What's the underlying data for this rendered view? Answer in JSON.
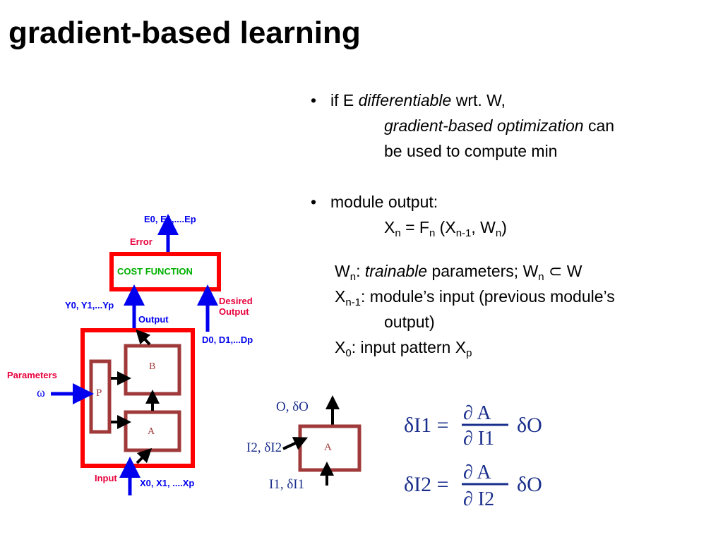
{
  "slide": {
    "title": "gradient-based learning"
  },
  "bullets": {
    "b1_pre": "if E ",
    "b1_em": "differentiable",
    "b1_post": " wrt. W,",
    "b1_l2_em": "gradient-based optimization",
    "b1_l2_post": " can",
    "b1_l3": "be used to compute min",
    "b2": "module output:",
    "eq": {
      "x": "X",
      "xsub": "n",
      "eq": " = F",
      "fsub": "n",
      "open": " (X",
      "xsub2": "n-1",
      "comma": ", W",
      "wsub": "n",
      "close": ")"
    },
    "w_line": {
      "w": "W",
      "wsub": "n",
      "colon": ": ",
      "em": "trainable",
      "post": " parameters;  W",
      "wsub2": "n",
      "subset": " ⊂ W"
    },
    "x_line": {
      "x": "X",
      "xsub": "n-1",
      "text": ": module’s input (previous module’s",
      "cont": "output)"
    },
    "x0_line": {
      "x": "X",
      "xsub": "0",
      "text": ": input pattern X",
      "psub": "p"
    }
  },
  "diagram": {
    "e_label": "E0, E1,....Ep",
    "error_label": "Error",
    "cost_label": "COST FUNCTION",
    "y_label": "Y0, Y1,...Yp",
    "desired_label_1": "Desired",
    "desired_label_2": "Output",
    "output_label": "Output",
    "d_label": "D0, D1,...Dp",
    "params_label": "Parameters",
    "omega_label": "ω",
    "p_label": "P",
    "b_label": "B",
    "a_label": "A",
    "input_label": "Input",
    "x_label": "X0, X1, ....Xp"
  },
  "module": {
    "o_label": "O, δO",
    "a_label": "A",
    "i2_label": "I2, δI2",
    "i1_label": "I1, δI1"
  },
  "formulas": {
    "f1_lhs": "δI1 =",
    "f1_num": "∂ A",
    "f1_den": "∂ I1",
    "f1_rhs": "δO",
    "f2_lhs": "δI2 =",
    "f2_num": "∂ A",
    "f2_den": "∂ I2",
    "f2_rhs": "δO"
  },
  "colors": {
    "red": "#ff0000",
    "brown": "#a03a3a",
    "blue": "#0000ee",
    "cost_text": "#00b000",
    "formula_blue": "#1a2f8c",
    "label_red": "#e8003c"
  }
}
